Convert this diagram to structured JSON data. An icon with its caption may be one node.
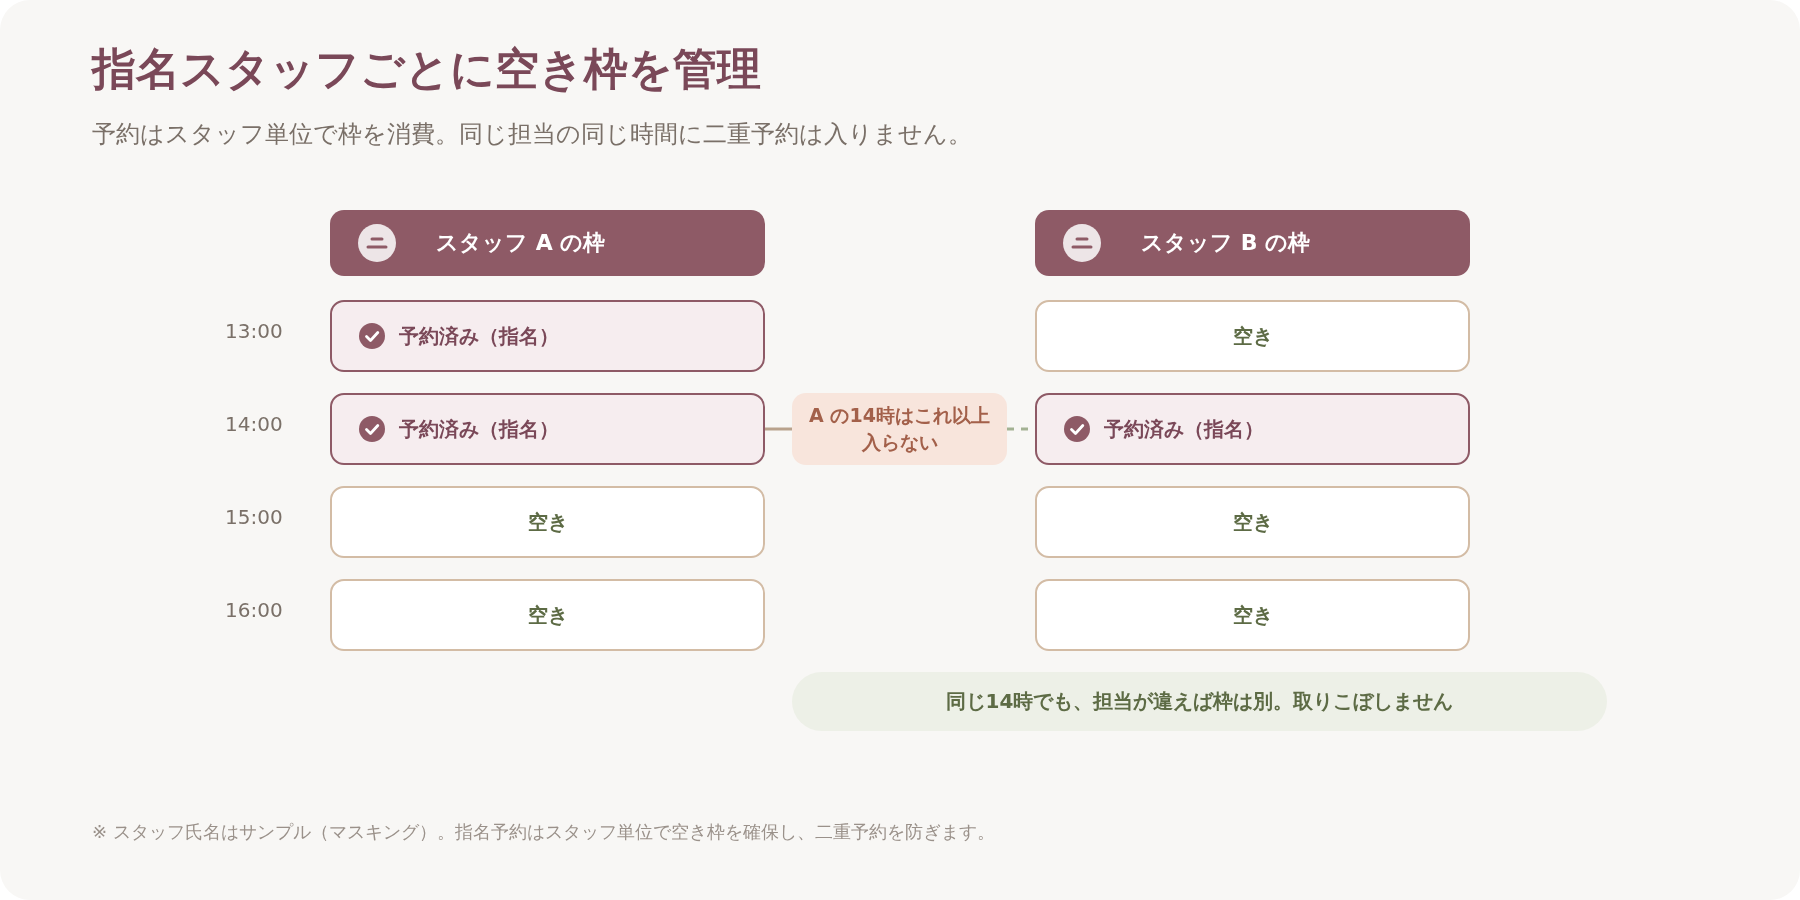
{
  "diagram": {
    "title": "指名スタッフごとに空き枠を管理",
    "caption": "※ スタッフ氏名はサンプル（マスキング）。指名予約はスタッフ単位で空き枠を確保し、二重予約を防ぎます。",
    "nodes": [
      {
        "text": [
          "スタッフ A の枠"
        ]
      },
      {
        "text": [
          "スタッフ B の枠"
        ]
      },
      {
        "text": [
          "予約済み（指名）"
        ]
      },
      {
        "text": [
          "空き"
        ]
      },
      {
        "text": [
          "予約済み（指名）"
        ]
      },
      {
        "text": [
          "A の14時はこれ以上入らない"
        ]
      },
      {
        "text": [
          "予約済み（指名）"
        ]
      },
      {
        "text": [
          "空き"
        ]
      },
      {
        "text": [
          "空き"
        ]
      },
      {
        "text": [
          "空き"
        ]
      },
      {
        "text": [
          "空き"
        ]
      },
      {
        "text": [
          "同じ14時でも、担当が違えば枠は別。取りこぼしません"
        ]
      }
    ],
    "edges": [
      {
        "from": 4,
        "to": 5,
        "arrow": "none",
        "color": "#b9a28c"
      },
      {
        "from": 5,
        "to": 6,
        "arrow": "none",
        "style": "dashed",
        "color": "#a3b293"
      }
    ],
    "labels": [
      "予約はスタッフ単位で枠を消費。同じ担当の同じ時間に二重予約は入りません。",
      "13:00",
      "14:00",
      "15:00",
      "16:00"
    ]
  }
}
